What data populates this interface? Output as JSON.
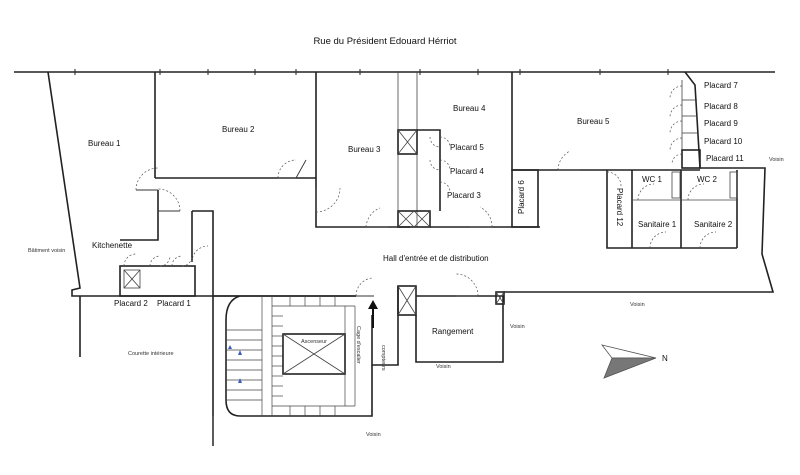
{
  "street": "Rue du Président Edouard Hérriot",
  "rooms": {
    "bureau_1": "Bureau 1",
    "bureau_2": "Bureau 2",
    "bureau_3": "Bureau 3",
    "bureau_4": "Bureau 4",
    "bureau_5": "Bureau 5",
    "kitchenette": "Kitchenette",
    "hall": "Hall d'entrée et de distribution",
    "rangement": "Rangement",
    "wc_1": "WC 1",
    "wc_2": "WC 2",
    "sanitaire_1": "Sanitaire 1",
    "sanitaire_2": "Sanitaire 2"
  },
  "placards": {
    "p1": "Placard 1",
    "p2": "Placard 2",
    "p3": "Placard 3",
    "p4": "Placard 4",
    "p5": "Placard 5",
    "p6": "Placard 6",
    "p7": "Placard 7",
    "p8": "Placard 8",
    "p9": "Placard 9",
    "p10": "Placard 10",
    "p11": "Placard 11",
    "p12": "Placard 12"
  },
  "surroundings": {
    "batiment_voisin": "Bâtiment voisin",
    "courette": "Courette intérieure",
    "voisin_right": "Voisin",
    "voisin_center": "Voisin",
    "voisin_rangement": "Voisin",
    "voisin_bottom_small": "Voisin",
    "voisin_bottom": "Voisin"
  },
  "stair": {
    "ascenseur": "Ascenseur",
    "cage": "Cage d'escalier",
    "compteurs": "compteurs"
  },
  "compass": {
    "north": "N"
  }
}
